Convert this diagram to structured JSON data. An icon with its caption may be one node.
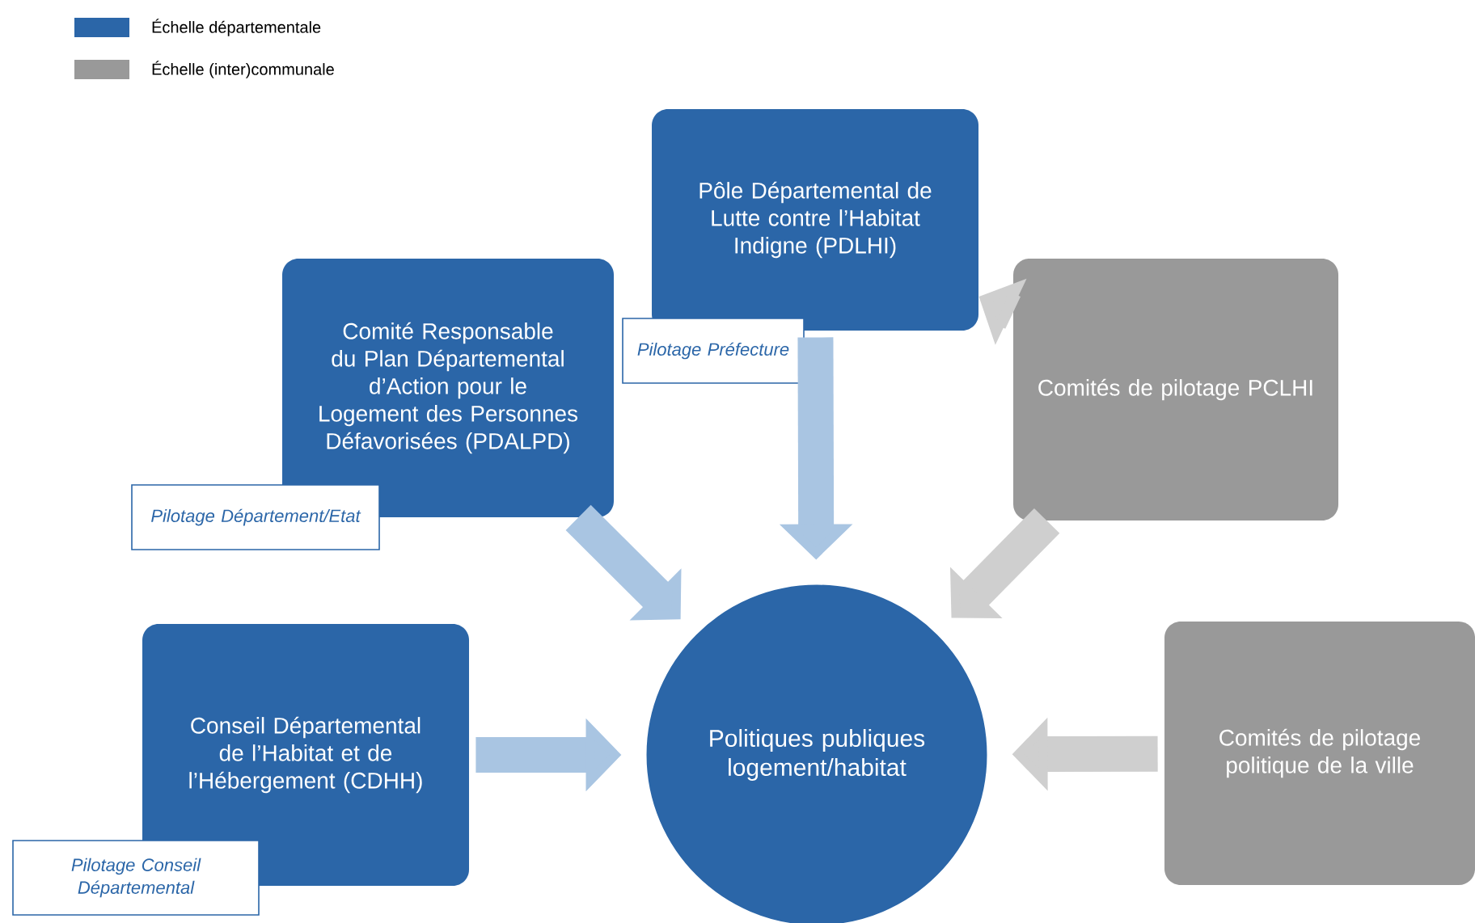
{
  "diagram": {
    "nodes": [
      {
        "text": [
          "Pôle Départemental de Lutte contre l’Habitat Indigne (PDLHI)"
        ]
      },
      {
        "text": [
          "Comité Responsable du Plan Départemental d’Action pour le Logement des Personnes Défavorisées (PDALPD)"
        ]
      },
      {
        "text": [
          "Pilotage Préfecture"
        ]
      },
      {
        "text": [
          "Comités de pilotage PCLHI"
        ]
      },
      {
        "text": [
          "Pilotage Département/Etat"
        ]
      },
      {
        "text": [
          "Conseil Départemental de l’Habitat et de l’Hébergement (CDHH)"
        ]
      },
      {
        "text": [
          "Politiques publiques logement/habitat"
        ]
      },
      {
        "text": [
          "Comités de pilotage politique de la ville"
        ]
      },
      {
        "text": [
          "Pilotage Conseil Départemental"
        ]
      }
    ],
    "edges": [
      {
        "from": 0,
        "to": 6,
        "arrow": "to",
        "color": "#a9c5e2"
      },
      {
        "from": 1,
        "to": 6,
        "arrow": "to",
        "color": "#a9c5e2"
      },
      {
        "from": 5,
        "to": 6,
        "arrow": "to",
        "color": "#a9c5e2"
      },
      {
        "from": 3,
        "to": 6,
        "arrow": "to",
        "color": "#cfcfcf"
      },
      {
        "from": 3,
        "to": 0,
        "arrow": "to",
        "color": "#cfcfcf"
      },
      {
        "from": 7,
        "to": 6,
        "arrow": "to",
        "color": "#cfcfcf"
      }
    ],
    "legend": [
      {
        "text": "Échelle départementale",
        "color": "#2b66a8"
      },
      {
        "text": "Échelle (inter)communale",
        "color": "#999999"
      }
    ]
  }
}
